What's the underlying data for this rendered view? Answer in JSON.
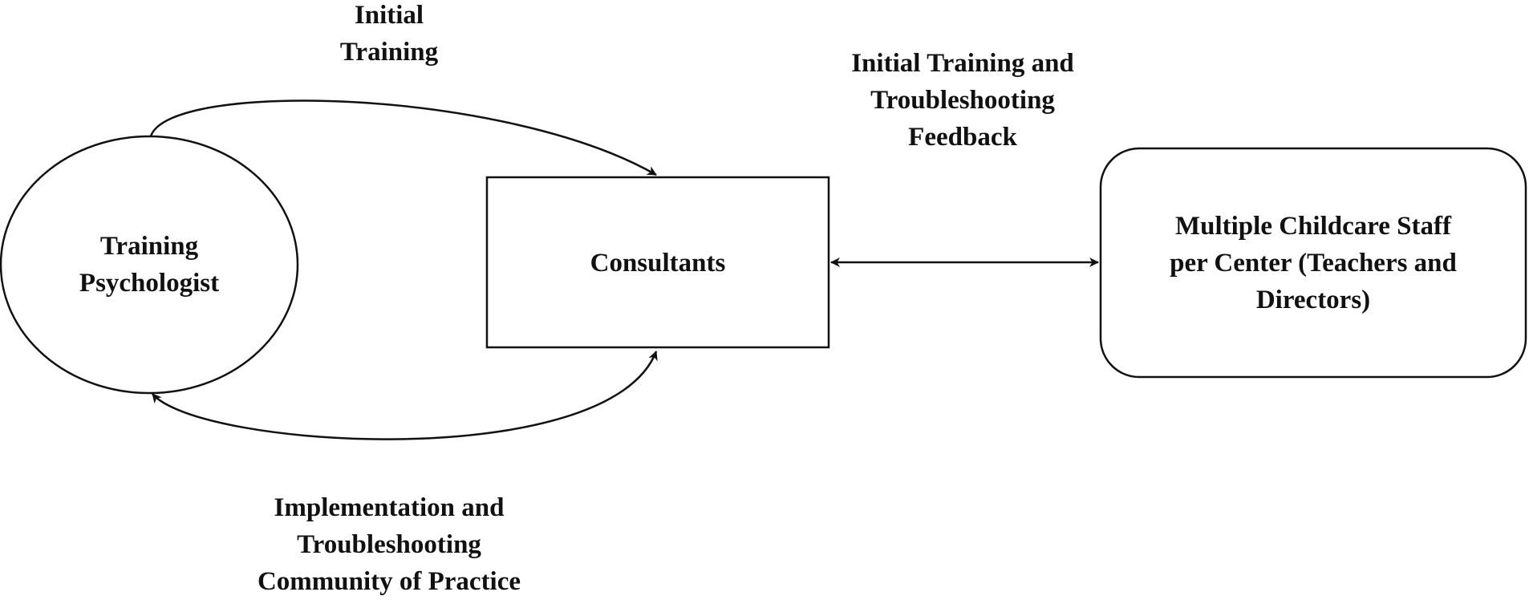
{
  "nodes": {
    "training_psychologist": {
      "lines": [
        "Training",
        "Psychologist"
      ]
    },
    "consultants": {
      "lines": [
        "Consultants"
      ]
    },
    "childcare_staff": {
      "lines": [
        "Multiple Childcare Staff",
        "per Center (Teachers and",
        "Directors)"
      ]
    }
  },
  "edges": {
    "initial_training": {
      "lines": [
        "Initial",
        "Training"
      ]
    },
    "consultant_feedback": {
      "lines": [
        "Initial Training and",
        "Troubleshooting",
        "Feedback"
      ]
    },
    "community_of_practice": {
      "lines": [
        "Implementation and",
        "Troubleshooting",
        "Community of Practice"
      ]
    }
  },
  "colors": {
    "stroke": "#111111",
    "background": "#ffffff"
  }
}
